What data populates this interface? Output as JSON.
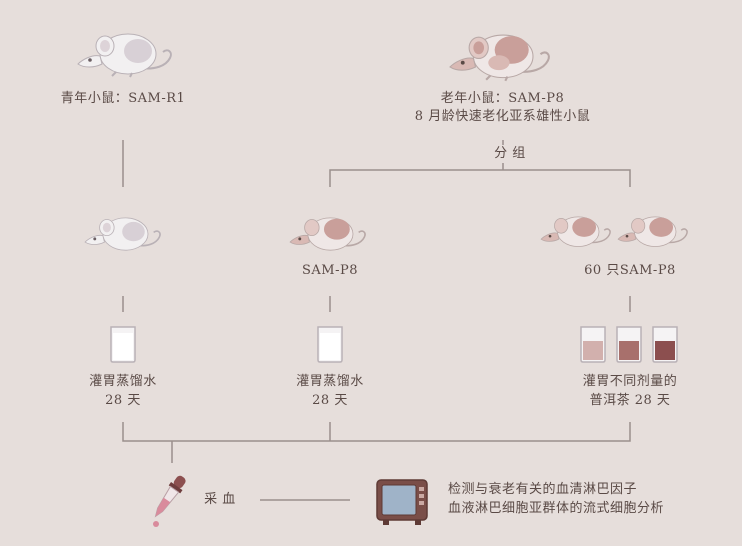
{
  "young_mouse": {
    "label": "青年小鼠：SAM-R1"
  },
  "old_mouse": {
    "label_line1": "老年小鼠：SAM-P8",
    "label_line2": "8 月龄快速老化亚系雄性小鼠"
  },
  "grouping": {
    "label": "分 组"
  },
  "group_mid": {
    "mouse_label": "SAM-P8"
  },
  "group_right": {
    "mouse_label": "60 只SAM-P8"
  },
  "treatment_left": {
    "line1": "灌胃蒸馏水",
    "line2": "28 天"
  },
  "treatment_mid": {
    "line1": "灌胃蒸馏水",
    "line2": "28 天"
  },
  "treatment_right": {
    "line1": "灌胃不同剂量的",
    "line2": "普洱茶 28 天"
  },
  "blood": {
    "label": "采 血"
  },
  "analysis": {
    "line1": "检测与衰老有关的血清淋巴因子",
    "line2": "血液淋巴细胞亚群体的流式细胞分析"
  },
  "colors": {
    "background": "#e6dedb",
    "line": "#9a8f8c",
    "text": "#5a4a46",
    "mouse_white": "#f2f0f1",
    "mouse_shade": "#cfc7cc",
    "mouse_old": "#d9b9b4",
    "mouse_old_dark": "#b88c86",
    "tea_light": "#d2b0ad",
    "tea_mid": "#a8706c",
    "tea_dark": "#8c4f4f"
  }
}
